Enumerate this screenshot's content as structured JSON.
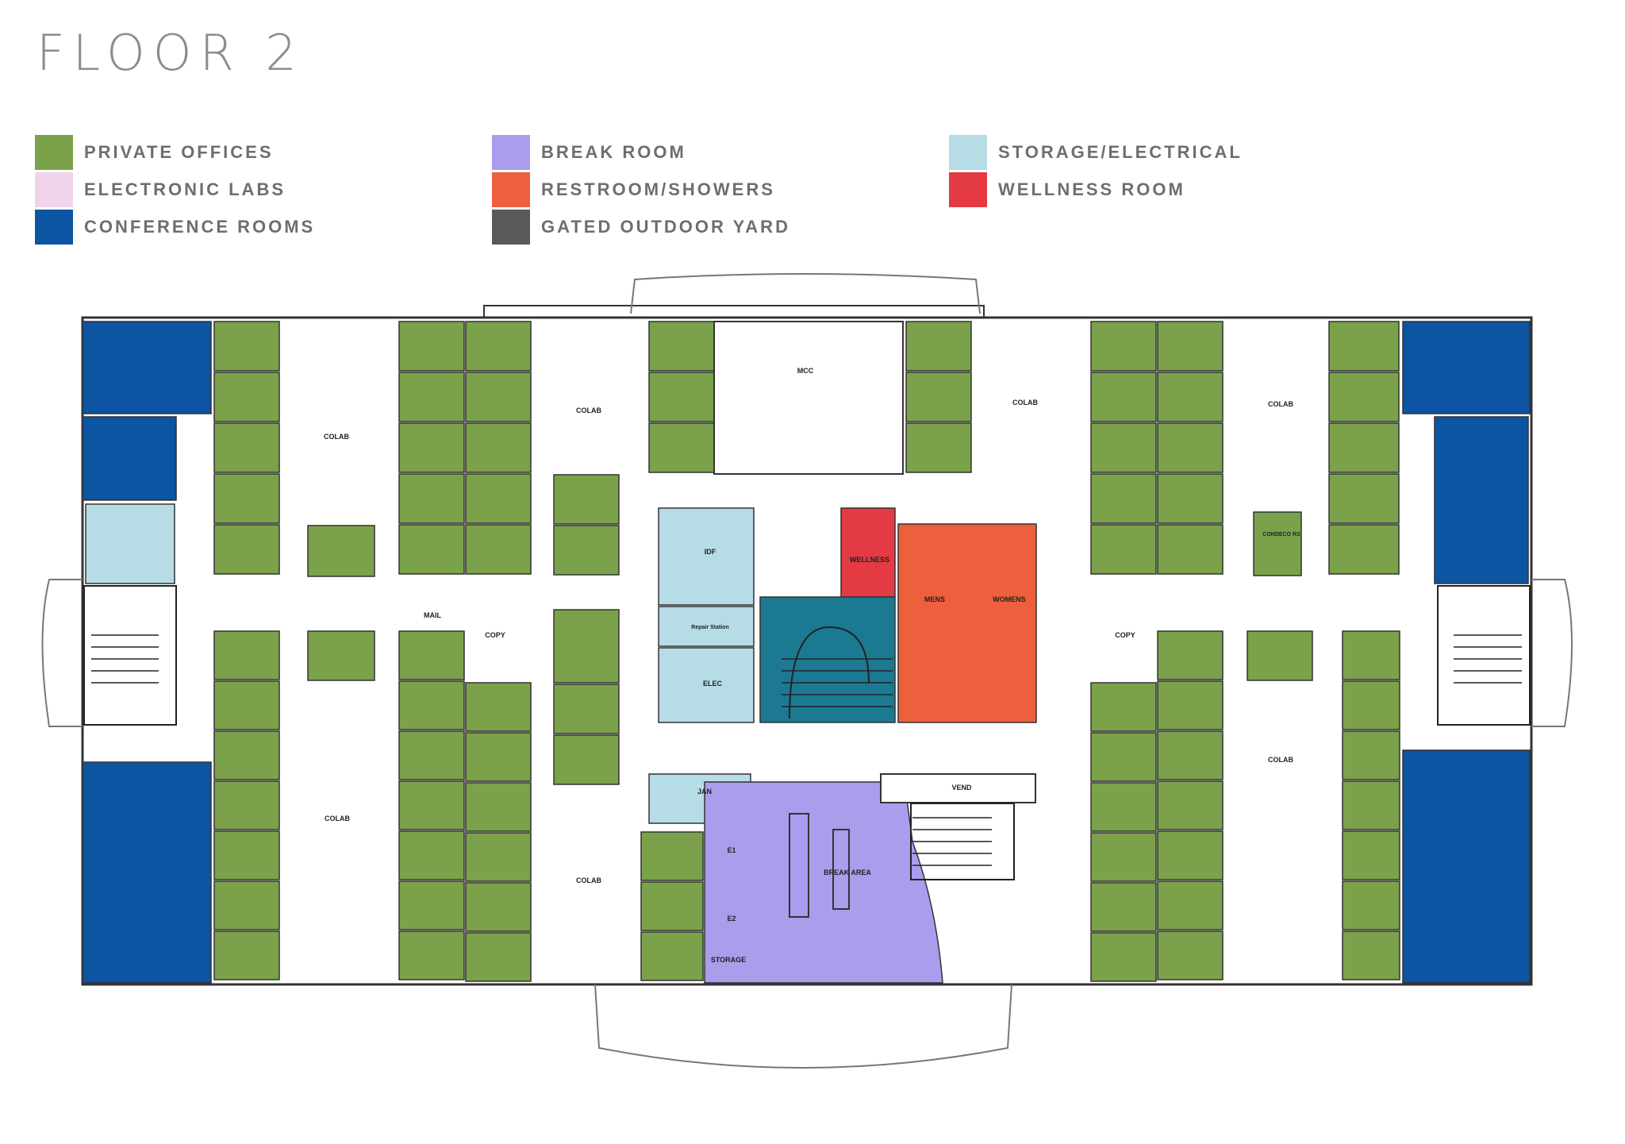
{
  "page": {
    "title": "FLOOR 2"
  },
  "legend": [
    {
      "id": "private",
      "label": "PRIVATE OFFICES",
      "color": "#7ba24a"
    },
    {
      "id": "labs",
      "label": "ELECTRONIC LABS",
      "color": "#f1d3ec"
    },
    {
      "id": "conference",
      "label": "CONFERENCE ROOMS",
      "color": "#0d54a3"
    },
    {
      "id": "break",
      "label": "BREAK ROOM",
      "color": "#ab9cec"
    },
    {
      "id": "restroom",
      "label": "RESTROOM/SHOWERS",
      "color": "#ee5f3e"
    },
    {
      "id": "yard",
      "label": "GATED OUTDOOR YARD",
      "color": "#58595b"
    },
    {
      "id": "storage",
      "label": "STORAGE/ELECTRICAL",
      "color": "#b6dce6"
    },
    {
      "id": "wellness",
      "label": "WELLNESS ROOM",
      "color": "#e33a44"
    }
  ],
  "stair_color": "#1b7a92",
  "rooms": {
    "mcc": "MCC",
    "idf": "IDF",
    "repair": "Repair Station",
    "elec": "ELEC",
    "wellness": "WELLNESS",
    "mens": "MENS",
    "womens": "WOMENS",
    "jan": "JAN",
    "e1": "E1",
    "e2": "E2",
    "storage": "STORAGE",
    "break_area": "BREAK AREA",
    "vend": "VEND",
    "condeco": "CONDECO RS",
    "copy_left": "COPY",
    "copy_right": "COPY",
    "mail": "MAIL",
    "colab": "COLAB"
  }
}
